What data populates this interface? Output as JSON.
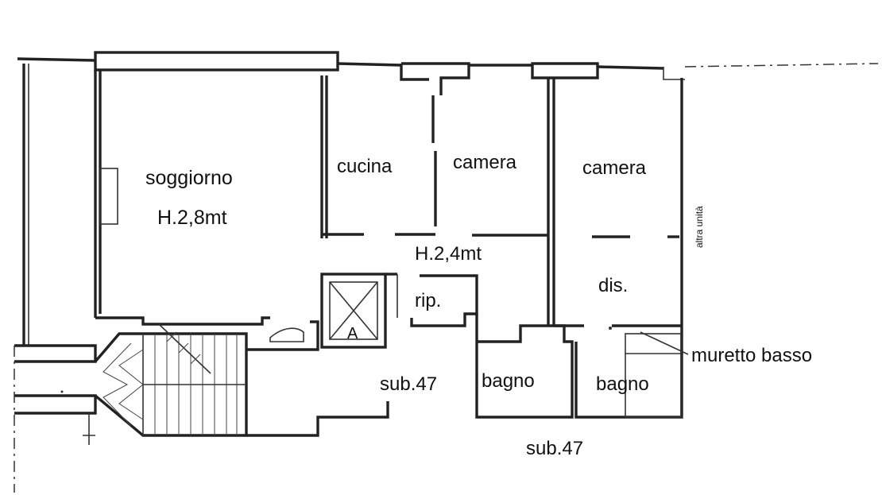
{
  "plan": {
    "rooms": {
      "soggiorno": "soggiorno",
      "cucina": "cucina",
      "camera_1": "camera",
      "camera_2": "camera",
      "dis": "dis.",
      "rip": "rip.",
      "bagno_1": "bagno",
      "bagno_2": "bagno"
    },
    "heights": {
      "soggiorno": "H.2,8mt",
      "zona_notte": "H.2,4mt"
    },
    "subalterni": {
      "sub_1": "sub.47",
      "sub_2": "sub.47"
    },
    "lift_letter": "A",
    "side_note": "altra unità",
    "callout": "muretto basso"
  }
}
